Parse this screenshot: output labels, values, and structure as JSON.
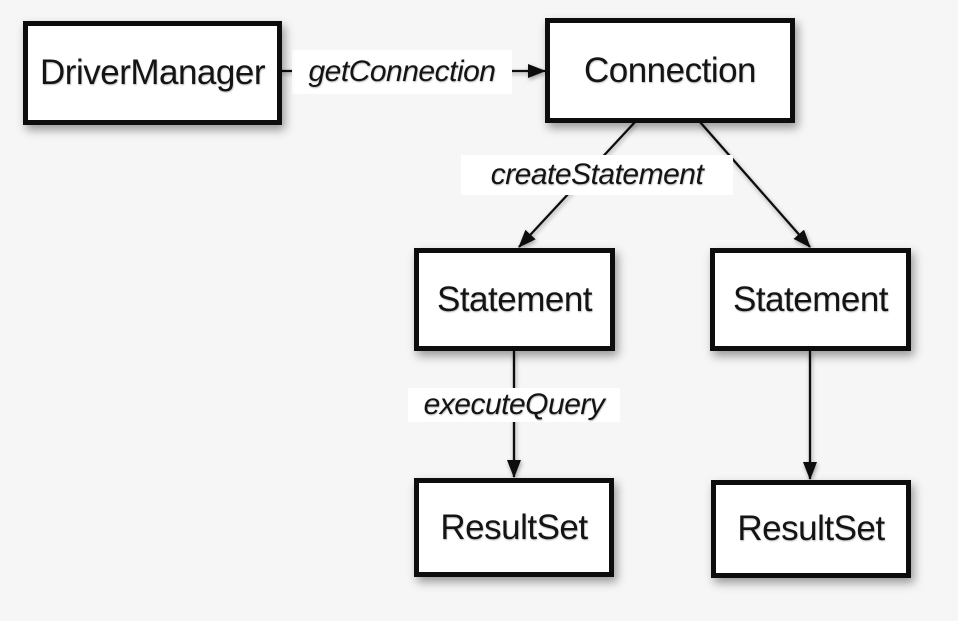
{
  "diagram": {
    "nodes": {
      "driver_manager": "DriverManager",
      "connection": "Connection",
      "statement_left": "Statement",
      "statement_right": "Statement",
      "resultset_left": "ResultSet",
      "resultset_right": "ResultSet"
    },
    "edge_labels": {
      "get_connection": "getConnection",
      "create_statement": "createStatement",
      "execute_query": "executeQuery"
    },
    "colors": {
      "background": "#f6f6f6",
      "node_fill": "#ffffff",
      "node_border": "#0d0d0d",
      "edge_stroke": "#0d0d0d",
      "label_background": "#ffffff",
      "text": "#141414"
    }
  }
}
